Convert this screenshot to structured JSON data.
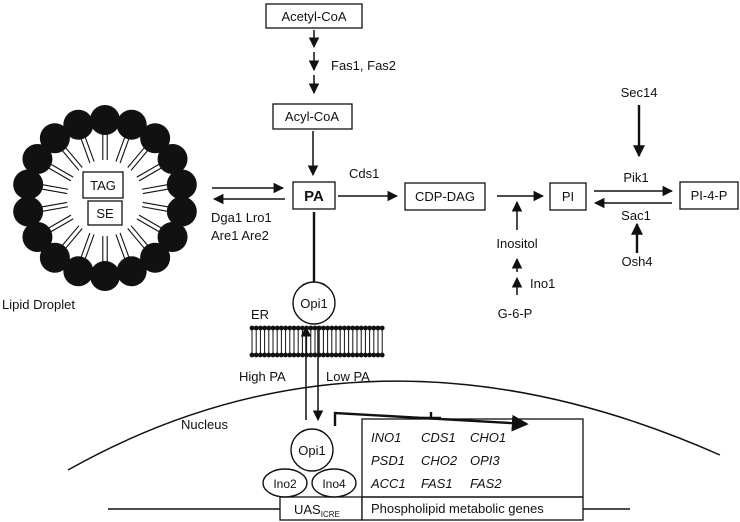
{
  "pathway": {
    "acetyl_coa": "Acetyl-CoA",
    "fas_enzymes": "Fas1, Fas2",
    "acyl_coa": "Acyl-CoA",
    "pa": "PA",
    "cds1": "Cds1",
    "cdp_dag": "CDP-DAG",
    "pi": "PI",
    "pi4p": "PI-4-P",
    "sec14": "Sec14",
    "pik1": "Pik1",
    "sac1": "Sac1",
    "osh4": "Osh4",
    "inositol": "Inositol",
    "ino1": "Ino1",
    "g6p": "G-6-P",
    "dga1_lro1": "Dga1 Lro1",
    "are1_are2": "Are1 Are2"
  },
  "lipid_droplet": {
    "label": "Lipid Droplet",
    "tag": "TAG",
    "se": "SE"
  },
  "membrane": {
    "er_label": "ER",
    "opi1_top": "Opi1",
    "high_pa": "High PA",
    "low_pa": "Low PA"
  },
  "nucleus": {
    "label": "Nucleus",
    "opi1": "Opi1",
    "ino2": "Ino2",
    "ino4": "Ino4",
    "uas_main": "UAS",
    "uas_sub": "ICRE",
    "genes_label": "Phospholipid metabolic genes",
    "gene_rows": [
      [
        "INO1",
        "CDS1",
        "CHO1"
      ],
      [
        "PSD1",
        "CHO2",
        "OPI3"
      ],
      [
        "ACC1",
        "FAS1",
        "FAS2"
      ]
    ]
  }
}
